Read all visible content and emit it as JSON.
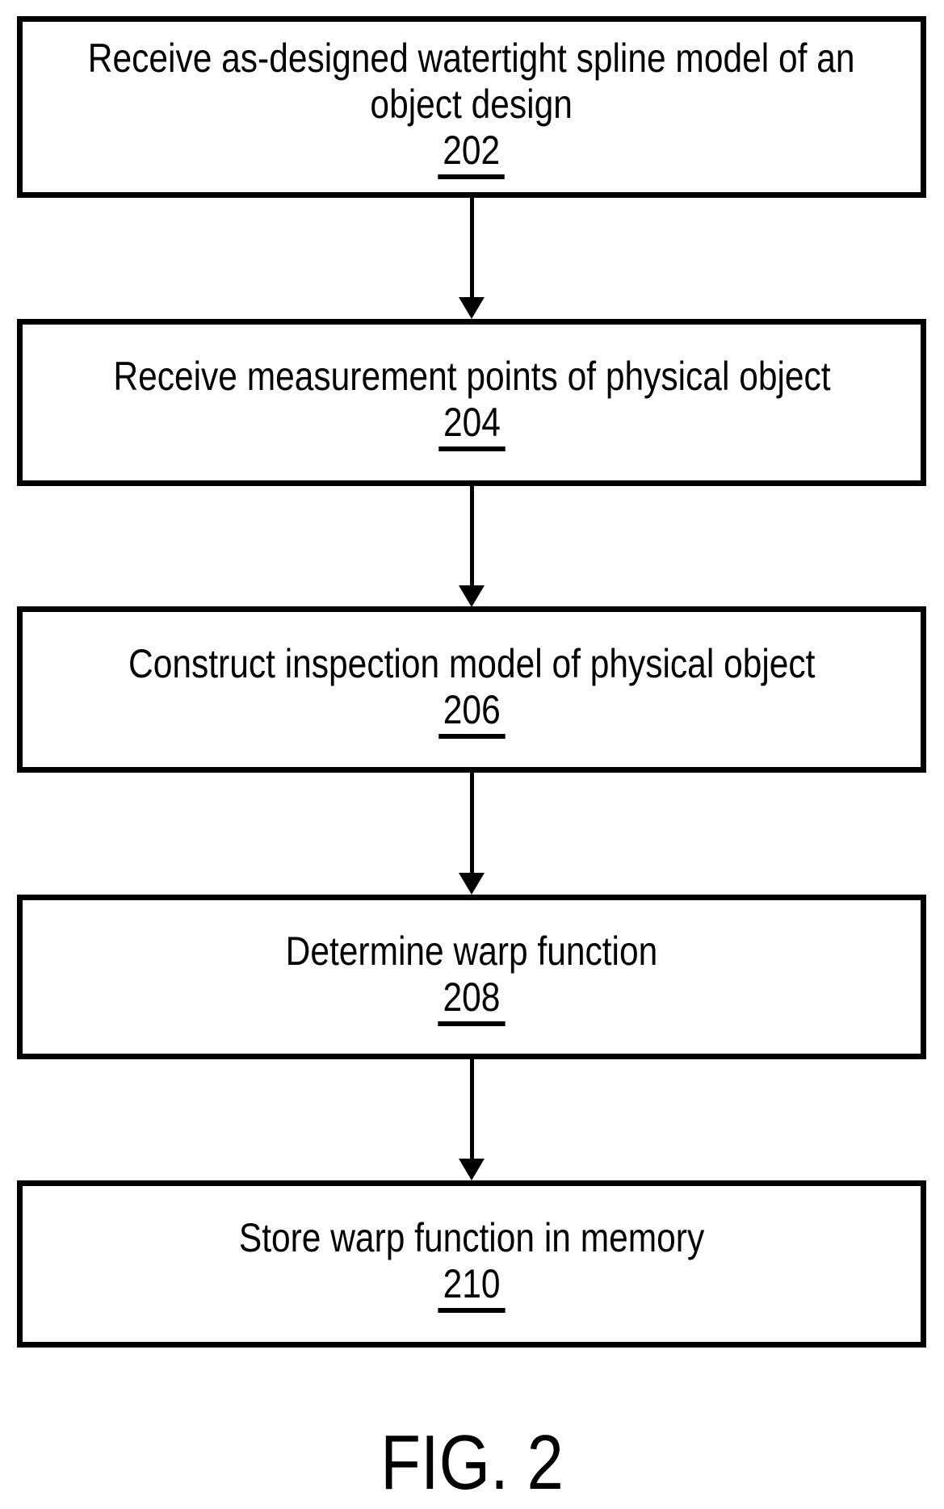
{
  "figure": {
    "caption": "FIG. 2",
    "colors": {
      "foreground": "#000000",
      "background": "#ffffff"
    }
  },
  "flowchart": {
    "boxes": [
      {
        "ref": "202",
        "lines": [
          "Receive as-designed watertight spline model of an",
          "object design"
        ]
      },
      {
        "ref": "204",
        "lines": [
          "Receive measurement points of physical object"
        ]
      },
      {
        "ref": "206",
        "lines": [
          "Construct inspection model of physical object"
        ]
      },
      {
        "ref": "208",
        "lines": [
          "Determine warp function"
        ]
      },
      {
        "ref": "210",
        "lines": [
          "Store warp function in memory"
        ]
      }
    ],
    "connections": [
      {
        "from": "202",
        "to": "204"
      },
      {
        "from": "204",
        "to": "206"
      },
      {
        "from": "206",
        "to": "208"
      },
      {
        "from": "208",
        "to": "210"
      }
    ]
  }
}
